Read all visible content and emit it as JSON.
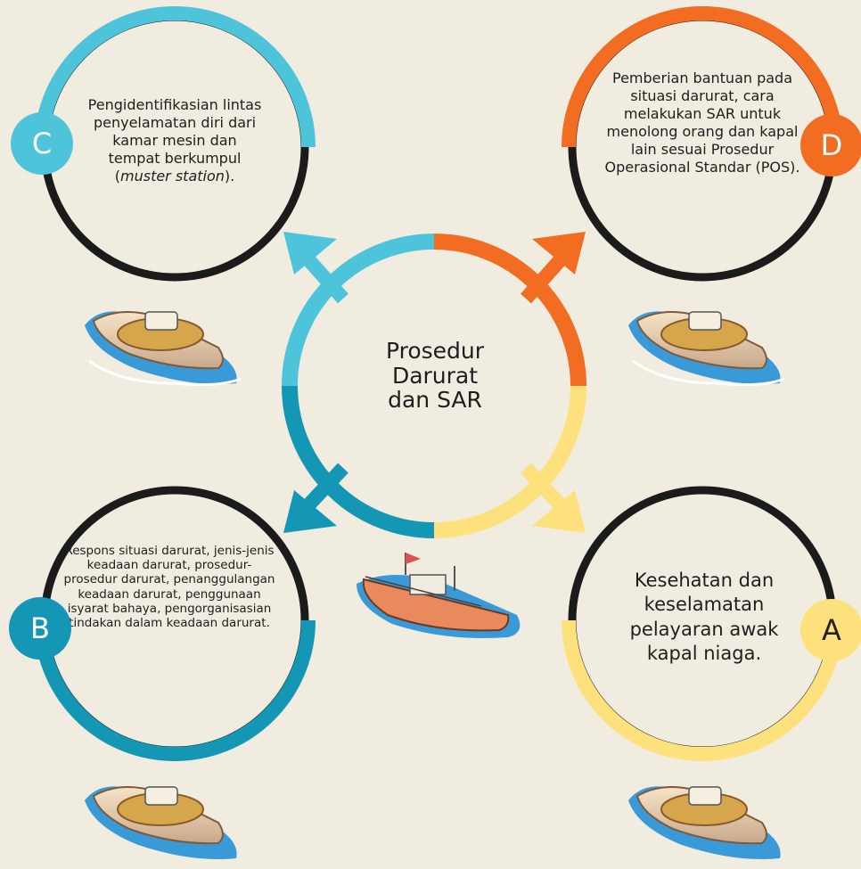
{
  "center": {
    "title": "Prosedur\nDarurat\ndan SAR"
  },
  "nodes": {
    "c": {
      "letter": "C",
      "text_before": "Pengidentifikasian lintas penyelamatan diri dari kamar mesin dan tempat berkumpul (",
      "text_italic": "muster station",
      "text_after": ")."
    },
    "d": {
      "letter": "D",
      "text": "Pemberian bantuan pada situasi darurat, cara melakukan SAR untuk menolong orang dan kapal lain sesuai Prosedur Operasional Standar (POS)."
    },
    "b": {
      "letter": "B",
      "text": "Respons situasi darurat, jenis-jenis keadaan darurat, prosedur-prosedur darurat, penanggulangan keadaan darurat, penggunaan isyarat bahaya, pengorganisasian tindakan dalam keadaan darurat."
    },
    "a": {
      "letter": "A",
      "text": "Kesehatan dan keselamatan pelayaran awak kapal niaga."
    }
  },
  "colors": {
    "c": "#4ec4db",
    "d": "#f26c22",
    "b": "#1496b5",
    "a": "#fde17c",
    "ring": "#1b1b1b",
    "background": "#f1ece0"
  },
  "icons": [
    "speedboat-illustration",
    "fishing-ship-illustration"
  ]
}
